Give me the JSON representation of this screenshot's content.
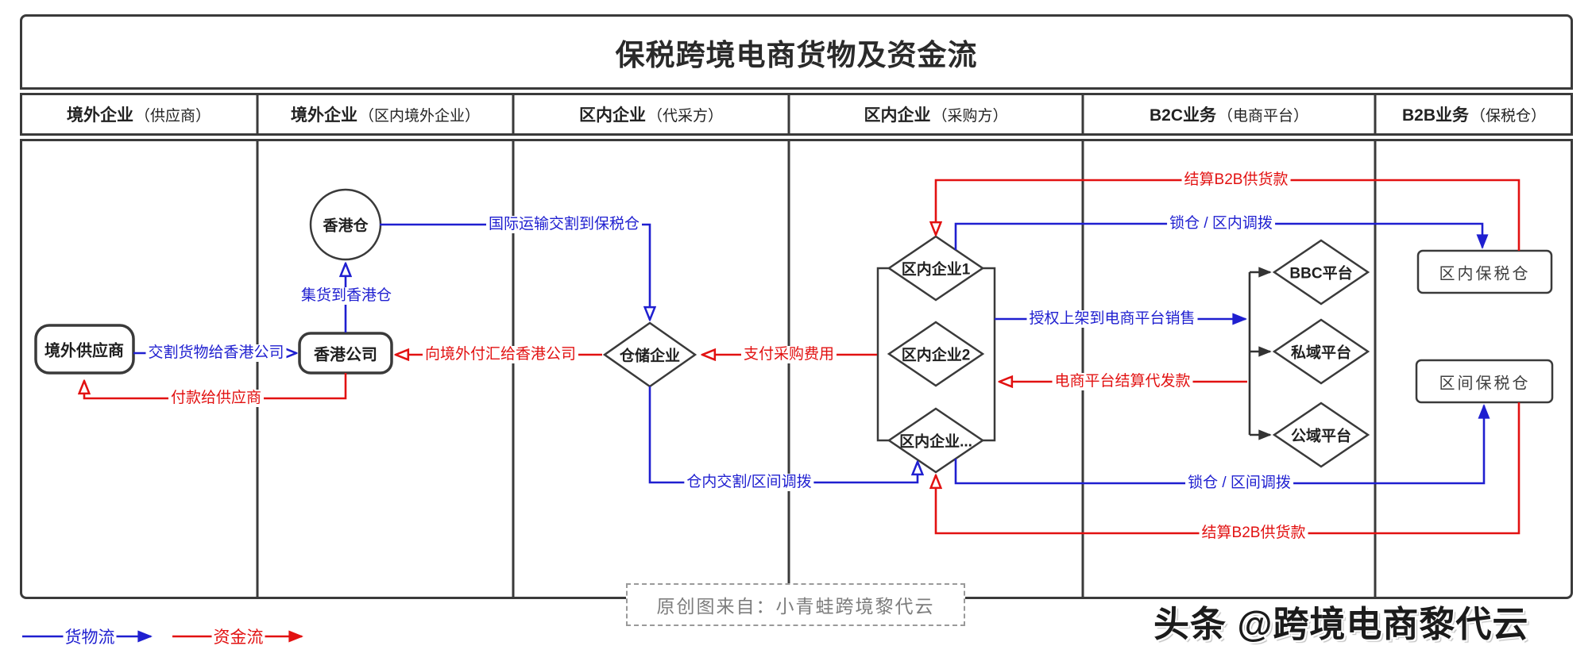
{
  "title": "保税跨境电商货物及资金流",
  "columns": [
    {
      "bold": "境外企业",
      "paren": "（供应商）"
    },
    {
      "bold": "境外企业",
      "paren": "（区内境外企业）"
    },
    {
      "bold": "区内企业",
      "paren": "（代采方）"
    },
    {
      "bold": "区内企业",
      "paren": "（采购方）"
    },
    {
      "bold": "B2C业务",
      "paren": "（电商平台）"
    },
    {
      "bold": "B2B业务",
      "paren": "（保税仓）"
    }
  ],
  "nodes": {
    "overseas_supplier": "境外供应商",
    "hk_company": "香港公司",
    "hk_warehouse": "香港仓",
    "storage_company": "仓储企业",
    "zone_company_1": "区内企业1",
    "zone_company_2": "区内企业2",
    "zone_company_n": "区内企业...",
    "bbc_platform": "BBC平台",
    "private_platform": "私域平台",
    "public_platform": "公域平台",
    "in_zone_bonded_warehouse": "区内保税仓",
    "inter_zone_bonded_warehouse": "区间保税仓"
  },
  "edge_labels": {
    "deliver_goods_to_hk": "交割货物给香港公司",
    "pay_supplier": "付款给供应商",
    "consolidate_to_hk_warehouse": "集货到香港仓",
    "intl_transport_to_bonded": "国际运输交割到保税仓",
    "remit_to_hk_company": "向境外付汇给香港公司",
    "pay_procurement_fee": "支付采购费用",
    "authorize_listing": "授权上架到电商平台销售",
    "platform_settle_dropship": "电商平台结算代发款",
    "settle_b2b_top": "结算B2B供货款",
    "lock_in_zone_transfer": "锁仓 / 区内调拨",
    "in_warehouse_transfer": "仓内交割/区间调拨",
    "lock_inter_zone_transfer": "锁仓 / 区间调拨",
    "settle_b2b_bottom": "结算B2B供货款"
  },
  "legend": {
    "goods": "货物流",
    "capital": "资金流"
  },
  "footer_note": "原创图来自：小青蛙跨境黎代云",
  "watermark": "头条 @跨境电商黎代云",
  "colors": {
    "goods_flow": "#1f1fd0",
    "capital_flow": "#e21111",
    "frame": "#3a3a3a"
  }
}
